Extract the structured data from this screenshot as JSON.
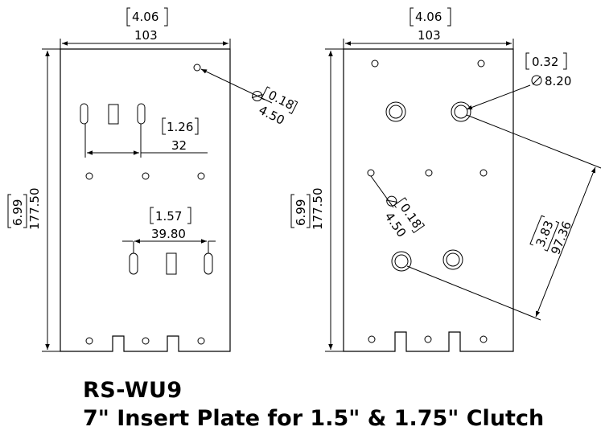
{
  "title": {
    "model": "RS-WU9",
    "description": "7\" Insert Plate for 1.5\" & 1.75\" Clutch"
  },
  "left_view": {
    "width_in": "4.06",
    "width_mm": "103",
    "height_in": "6.99",
    "height_mm": "177.50",
    "hole_dia_in": "0.18",
    "hole_dia_mm": "4.50",
    "slot_spacing_1_in": "1.26",
    "slot_spacing_1_mm": "32",
    "slot_spacing_2_in": "1.57",
    "slot_spacing_2_mm": "39.80"
  },
  "right_view": {
    "width_in": "4.06",
    "width_mm": "103",
    "height_in": "6.99",
    "height_mm": "177.50",
    "boss_dia_in": "0.32",
    "boss_dia_mm": "8.20",
    "hole_dia_in": "0.18",
    "hole_dia_mm": "4.50",
    "diagonal_in": "3.83",
    "diagonal_mm": "97.36"
  }
}
